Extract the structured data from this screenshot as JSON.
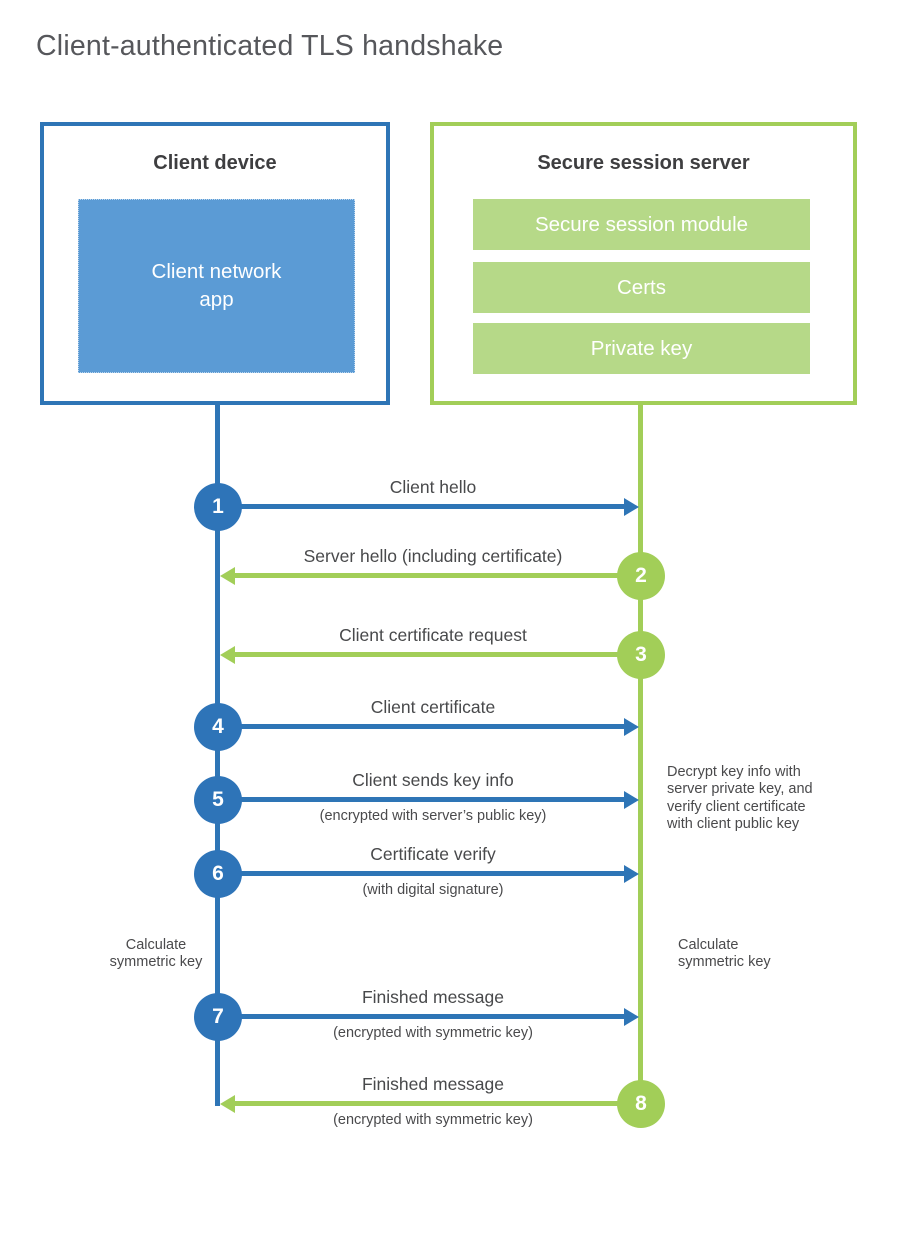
{
  "title": "Client-authenticated TLS handshake",
  "client": {
    "title": "Client device",
    "app_label": "Client network app"
  },
  "server": {
    "title": "Secure session server",
    "modules": [
      "Secure session module",
      "Certs",
      "Private key"
    ]
  },
  "messages": [
    {
      "num": "1",
      "label": "Client hello",
      "direction": "client-to-server"
    },
    {
      "num": "2",
      "label": "Server hello (including certificate)",
      "direction": "server-to-client"
    },
    {
      "num": "3",
      "label": "Client certificate request",
      "direction": "server-to-client"
    },
    {
      "num": "4",
      "label": "Client certificate",
      "direction": "client-to-server"
    },
    {
      "num": "5",
      "label": "Client sends key info",
      "sub": "(encrypted with server’s public key)",
      "direction": "client-to-server"
    },
    {
      "num": "6",
      "label": "Certificate verify",
      "sub": "(with digital signature)",
      "direction": "client-to-server"
    },
    {
      "num": "7",
      "label": "Finished message",
      "sub": "(encrypted with symmetric key)",
      "direction": "client-to-server"
    },
    {
      "num": "8",
      "label": "Finished message",
      "sub": "(encrypted with symmetric key)",
      "direction": "server-to-client"
    }
  ],
  "annotations": {
    "decrypt_note": "Decrypt key info with\nserver private key, and\nverify client certificate\nwith client public key",
    "calc_left": "Calculate\nsymmetric key",
    "calc_right": "Calculate\nsymmetric key"
  },
  "colors": {
    "client_accent": "#2e75b6",
    "client_fill": "#5b9bd5",
    "server_accent": "#a2ce58",
    "server_fill": "#b6d988",
    "title_text": "#56575b",
    "label_text": "#48494b"
  }
}
